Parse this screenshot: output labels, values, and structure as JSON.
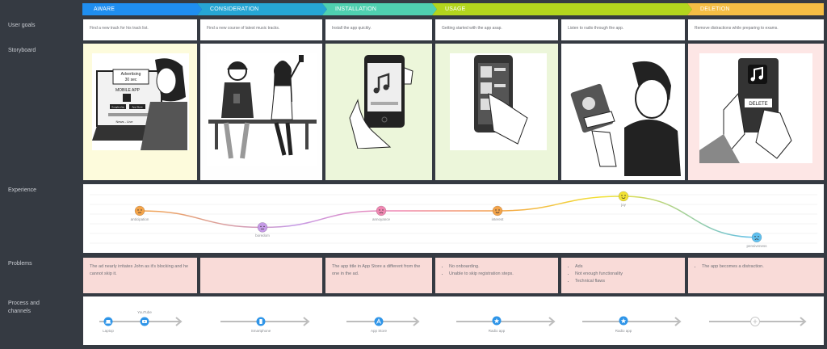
{
  "row_labels": {
    "user_goals": "User goals",
    "storyboard": "Storyboard",
    "experience": "Experience",
    "problems": "Problems",
    "process_line1": "Process and",
    "process_line2": "channels"
  },
  "stages": [
    {
      "label": "AWARE",
      "color": "#1f8ef0"
    },
    {
      "label": "CONSIDERATION",
      "color": "#26a6d4"
    },
    {
      "label": "INSTALLATION",
      "color": "#4fd0b0"
    },
    {
      "label": "USAGE",
      "color": "#b3d51e"
    },
    {
      "label": "DELETION",
      "color": "#f4bd44"
    }
  ],
  "goals": [
    "Find a new track for his track list.",
    "Find a new course of latest music tracks.",
    "Install the app quickly.",
    "Getting started with the app asap.",
    "Listen to radio through the app.",
    "Remove distractions while preparing to exams."
  ],
  "story_colors": [
    "#fdfbdc",
    "#fefefe",
    "#ecf6da",
    "#ecf6da",
    "#ffffff",
    "#fde6e5"
  ],
  "ad_texts": {
    "advertising_line1": "Advertising",
    "advertising_line2": "30 sec",
    "mobile_app": "MOBILE APP",
    "google_play": "Google play",
    "app_store": "App Store",
    "news_line": "News - Live",
    "delete_button": "DELETE"
  },
  "experience": {
    "points": [
      {
        "label": "anticipation",
        "level": 0.63,
        "emoji": "neutral-thinking",
        "color": "#f4a44a"
      },
      {
        "label": "boredom",
        "level": 0.3,
        "emoji": "bored",
        "color": "#c59ae6"
      },
      {
        "label": "annoyance",
        "level": 0.63,
        "emoji": "annoyed",
        "color": "#f087b2"
      },
      {
        "label": "interest",
        "level": 0.63,
        "emoji": "interested",
        "color": "#f4a44a"
      },
      {
        "label": "joy",
        "level": 0.92,
        "emoji": "joy",
        "color": "#f2e233"
      },
      {
        "label": "pensiveness",
        "level": 0.1,
        "emoji": "pensive",
        "color": "#5fc0ef"
      }
    ]
  },
  "problems": [
    {
      "type": "text",
      "items": [
        "The ad nearly irritates John as it's blocking and he cannot skip it."
      ]
    },
    {
      "type": "text",
      "items": []
    },
    {
      "type": "text",
      "items": [
        "The app title in App Store a different from the one in the ad."
      ]
    },
    {
      "type": "list",
      "items": [
        "No onboarding.",
        "Unable to skip registration steps."
      ]
    },
    {
      "type": "list",
      "items": [
        "Ads",
        "Not enough functionality",
        "Technical flaws"
      ]
    },
    {
      "type": "list",
      "items": [
        "The app becomes a distraction."
      ]
    }
  ],
  "channels": [
    {
      "icons": [
        {
          "label": "Laptop",
          "icon": "laptop-icon"
        },
        {
          "label": "YouTube",
          "icon": "youtube-icon"
        }
      ]
    },
    {
      "icons": [
        {
          "label": "Smartphone",
          "icon": "smartphone-icon"
        }
      ]
    },
    {
      "icons": [
        {
          "label": "App Store",
          "icon": "app-store-icon"
        }
      ]
    },
    {
      "icons": [
        {
          "label": "Radio app",
          "icon": "star-icon"
        }
      ]
    },
    {
      "icons": [
        {
          "label": "Radio app",
          "icon": "star-icon"
        }
      ]
    },
    {
      "icons": [
        {
          "label": "",
          "icon": "plus-icon"
        }
      ]
    }
  ]
}
